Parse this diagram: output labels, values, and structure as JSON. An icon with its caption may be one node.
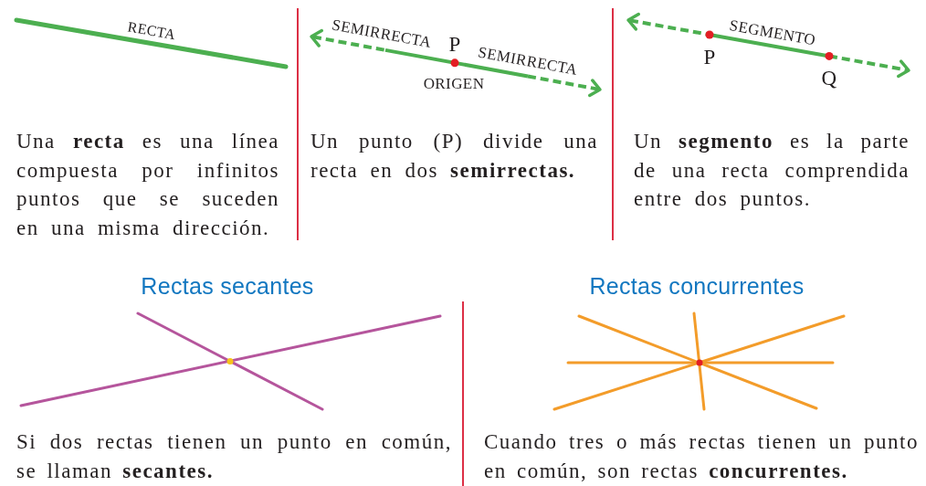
{
  "diagram": {
    "labels": [
      "RECTA",
      "Una **recta** es una línea compuesta por infinitos puntos que se suceden en una misma dirección.",
      "SEMIRRECTA",
      "P",
      "SEMIRRECTA",
      "ORIGEN",
      "Un punto (P) divide una recta en dos **semirrectas.**",
      "SEGMENTO",
      "P",
      "Q",
      "Un **segmento** es la parte de una recta comprendida entre dos puntos.",
      "Rectas secantes",
      "Si dos rectas tienen un punto en común, se llaman **secantes.**",
      "Rectas concurrentes",
      "Cuando tres o más rectas tienen un punto en común, son rectas **concurrentes.**"
    ]
  }
}
